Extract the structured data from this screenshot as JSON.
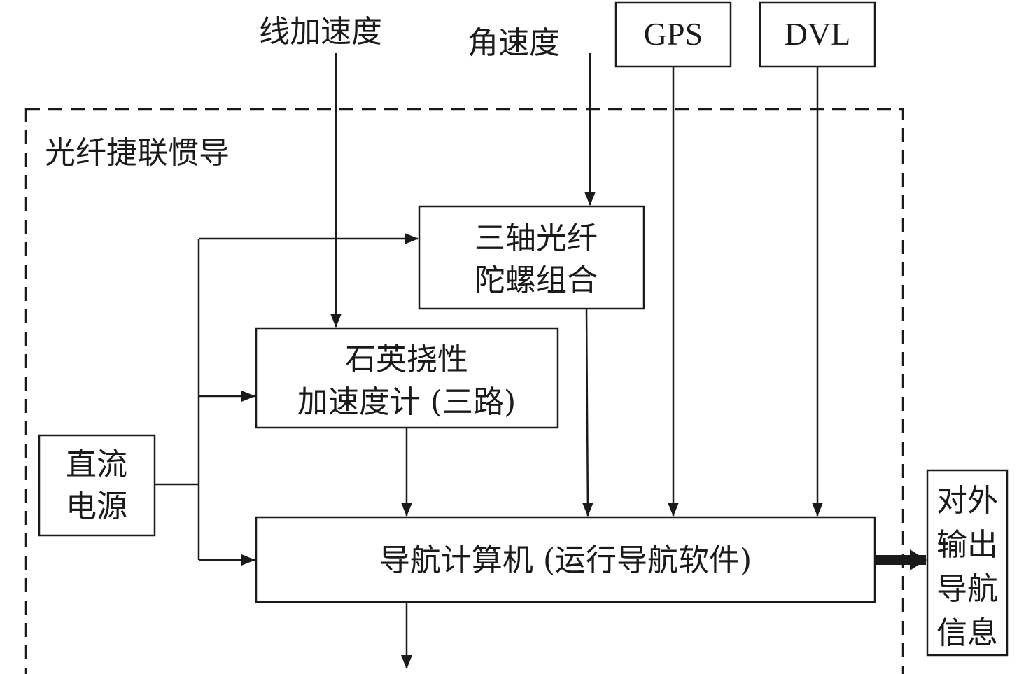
{
  "inputs": {
    "linear_acceleration": "线加速度",
    "angular_velocity": "角速度",
    "gps": "GPS",
    "dvl": "DVL"
  },
  "system": {
    "title": "光纤捷联惯导"
  },
  "blocks": {
    "gyro": {
      "line1": "三轴光纤",
      "line2": "陀螺组合"
    },
    "accelerometer": {
      "line1": "石英挠性",
      "line2": "加速度计 (三路)"
    },
    "power": {
      "line1": "直流",
      "line2": "电源"
    },
    "computer": {
      "label": "导航计算机 (运行导航软件)"
    },
    "output": {
      "line1": "对外",
      "line2": "输出",
      "line3": "导航",
      "line4": "信息"
    }
  }
}
